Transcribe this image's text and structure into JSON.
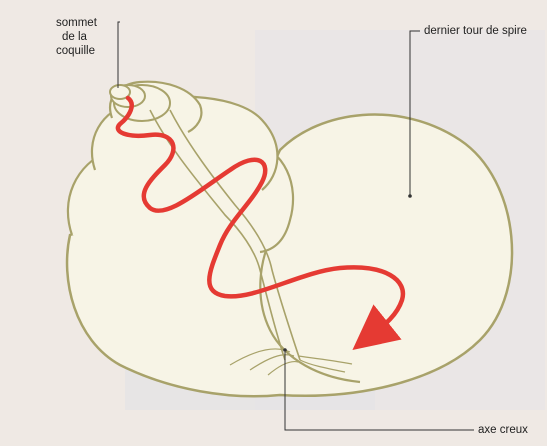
{
  "labels": {
    "apex_line1": "sommet",
    "apex_line2": "de la",
    "apex_line3": "coquille",
    "last_whorl": "dernier tour de spire",
    "axis": "axe creux"
  },
  "colors": {
    "background": "#efe9e4",
    "shell_fill": "#f7f4e6",
    "shell_outline": "#a8a26a",
    "spiral": "#e53a33",
    "label_text": "#222222",
    "leader_line": "#333333",
    "overlay_panel": "#e4e2e6"
  }
}
